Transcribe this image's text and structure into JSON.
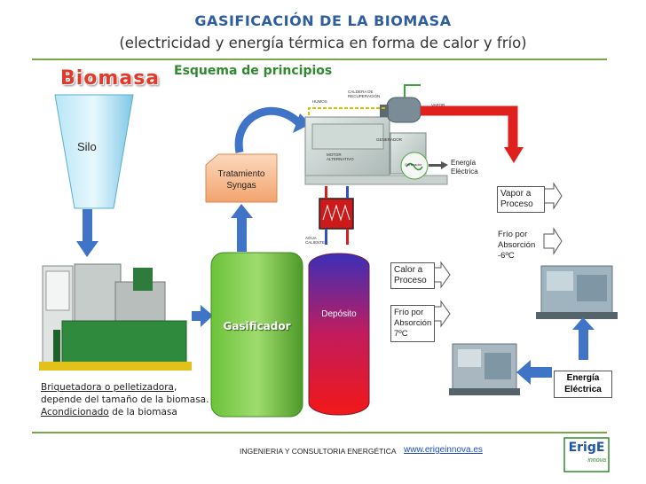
{
  "header": {
    "title": "GASIFICACIÓN DE LA BIOMASA",
    "subtitle": "(electricidad y energía térmica en forma de calor y frío)"
  },
  "diagram": {
    "heading": "Esquema de principios",
    "biomasa_label": "Biomasa",
    "silo_label": "Silo",
    "tratamiento_label": "Tratamiento Syngas",
    "gasificador_label": "Gasificador",
    "deposito_label": "Depósito",
    "energia_electrica_label": "Energía Eléctrica",
    "energia_electrica_box": "Energía Eléctrica",
    "vapor_proceso": "Vapor a Proceso",
    "frio_absorcion_6": "Frío por Absorción -6ºC",
    "calor_proceso": "Calor a Proceso",
    "frio_absorcion_7": "Frío por Absorción 7ºC",
    "equipment_labels": {
      "caldera": "CALDERA DE RECUPERACIÓN",
      "humos": "HUMOS",
      "vapor": "VAPOR",
      "generador": "GENERADOR",
      "generator_small": "Generador",
      "motor": "MOTOR ALTERNATIVO",
      "agua_caliente": "AGUA CALIENTE"
    },
    "note": {
      "line1_underlined": "Briquetadora o pelletizadora",
      "line1_rest": ",",
      "line2": "depende del tamaño de la biomasa.",
      "line3_underlined": "Acondicionado",
      "line3_rest": " de la biomasa"
    }
  },
  "footer": {
    "company": "INGENIERIA Y CONSULTORIA ENERGÉTICA",
    "url": "www.erigeinnova.es",
    "logo_text": "ErigE",
    "logo_sub": "innova"
  },
  "colors": {
    "title_blue": "#2e5e9e",
    "rule_green": "#7aa64a",
    "arrow_blue": "#3f74c6",
    "pipe_red": "#e0201c",
    "gasifier_green": "#5ea832",
    "silo_cyan": "#8fd3ee",
    "tratamiento_orange": "#f5b58a"
  }
}
